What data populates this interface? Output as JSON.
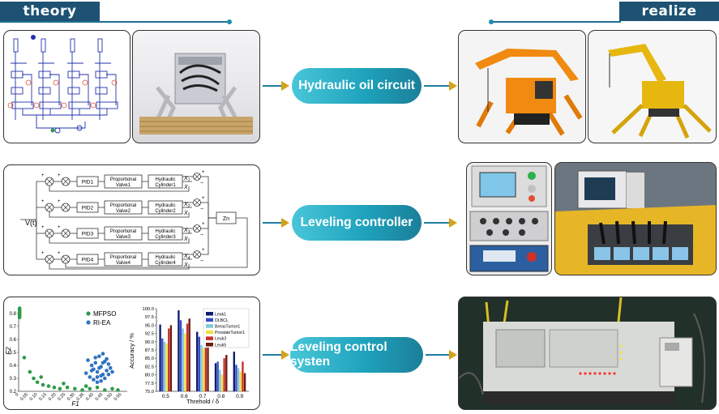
{
  "header": {
    "left_tag": "theory",
    "right_tag": "realize"
  },
  "rows": [
    {
      "label": "Hydraulic oil circuit"
    },
    {
      "label": "Leveling controller"
    },
    {
      "label": "Leveling control systen"
    }
  ],
  "block_diagram": {
    "input_label": "V(t)",
    "sum_node_label": "Zn",
    "channels": [
      {
        "pid": "PID1",
        "valve_line1": "Proportional",
        "valve_line2": "Valve1",
        "cyl_line1": "Hydraulic",
        "cyl_line2": "Cylinder1",
        "x_label": "X",
        "xsub": "1",
        "xdot": "Ẋ"
      },
      {
        "pid": "PID2",
        "valve_line1": "Proportional",
        "valve_line2": "Valve2",
        "cyl_line1": "Hydraulic",
        "cyl_line2": "Cylinder2",
        "x_label": "X",
        "xsub": "2",
        "xdot": "Ẋ"
      },
      {
        "pid": "PID3",
        "valve_line1": "Proportional",
        "valve_line2": "Valve3",
        "cyl_line1": "Hydraulic",
        "cyl_line2": "Cylinder3",
        "x_label": "X",
        "xsub": "3",
        "xdot": "Ẋ"
      },
      {
        "pid": "PID4",
        "valve_line1": "Proportional",
        "valve_line2": "Valve4",
        "cyl_line1": "Hydraulic",
        "cyl_line2": "Cylinder4",
        "x_label": "X",
        "xsub": "4",
        "xdot": "Ẋ"
      }
    ]
  },
  "chart_data": [
    {
      "type": "scatter",
      "xlabel": "F1",
      "ylabel": "F2",
      "xlim": [
        0,
        0.58
      ],
      "ylim": [
        0.2,
        0.85
      ],
      "x_ticks": [
        "0",
        "0.05",
        "0.10",
        "0.15",
        "0.20",
        "0.25",
        "0.30",
        "0.35",
        "0.40",
        "0.45",
        "0.50",
        "0.55"
      ],
      "y_ticks": [
        "0.2",
        "0.3",
        "0.4",
        "0.5",
        "0.6",
        "0.7",
        "0.8"
      ],
      "legend_position": "top-right",
      "series": [
        {
          "name": "MFPSO",
          "color": "#2e9c4a",
          "x": [
            0.005,
            0.005,
            0.005,
            0.005,
            0.005,
            0.005,
            0.005,
            0.005,
            0.03,
            0.06,
            0.08,
            0.1,
            0.13,
            0.16,
            0.19,
            0.22,
            0.26,
            0.3,
            0.34,
            0.38,
            0.42,
            0.46,
            0.5,
            0.53,
            0.12,
            0.24,
            0.36
          ],
          "y": [
            0.84,
            0.83,
            0.82,
            0.81,
            0.8,
            0.79,
            0.78,
            0.77,
            0.46,
            0.35,
            0.3,
            0.27,
            0.25,
            0.24,
            0.23,
            0.22,
            0.23,
            0.22,
            0.21,
            0.22,
            0.23,
            0.21,
            0.22,
            0.21,
            0.31,
            0.26,
            0.24
          ]
        },
        {
          "name": "RI-EA",
          "color": "#2f74c0",
          "x": [
            0.37,
            0.39,
            0.4,
            0.41,
            0.42,
            0.43,
            0.44,
            0.45,
            0.46,
            0.47,
            0.48,
            0.38,
            0.4,
            0.42,
            0.44,
            0.46,
            0.48,
            0.41,
            0.43,
            0.45,
            0.47,
            0.39,
            0.44,
            0.49,
            0.36,
            0.5,
            0.42,
            0.45
          ],
          "y": [
            0.44,
            0.4,
            0.37,
            0.42,
            0.35,
            0.47,
            0.39,
            0.33,
            0.43,
            0.36,
            0.41,
            0.31,
            0.29,
            0.31,
            0.28,
            0.3,
            0.33,
            0.46,
            0.38,
            0.49,
            0.45,
            0.36,
            0.32,
            0.38,
            0.34,
            0.35,
            0.27,
            0.42
          ]
        }
      ]
    },
    {
      "type": "bar",
      "xlabel": "Threhold / δ",
      "ylabel": "Accuracy / %",
      "categories": [
        "0.5",
        "0.6",
        "0.7",
        "0.8",
        "0.9"
      ],
      "ylim": [
        75,
        100
      ],
      "y_ticks": [
        "75.0",
        "77.5",
        "80.0",
        "82.5",
        "85.0",
        "87.5",
        "90.0",
        "92.5",
        "95.0",
        "97.5",
        "100.0"
      ],
      "legend_position": "top-right",
      "series": [
        {
          "name": "Leak1",
          "color": "#0b1d6e",
          "values": [
            95.2,
            99.5,
            93.0,
            83.5,
            87.0
          ]
        },
        {
          "name": "DLBCL",
          "color": "#3a4cc8",
          "values": [
            91.0,
            96.5,
            91.5,
            84.0,
            83.0
          ]
        },
        {
          "name": "BreasTumor1",
          "color": "#7ec8d8",
          "values": [
            90.0,
            94.0,
            89.0,
            81.5,
            82.0
          ]
        },
        {
          "name": "ProstateTumor1",
          "color": "#f0e040",
          "values": [
            89.5,
            92.5,
            88.0,
            80.0,
            81.0
          ]
        },
        {
          "name": "Leuk3",
          "color": "#c8302a",
          "values": [
            94.0,
            95.5,
            94.5,
            85.0,
            84.0
          ]
        },
        {
          "name": "Leuk5",
          "color": "#6e1a12",
          "values": [
            95.0,
            97.0,
            93.5,
            86.0,
            80.5
          ]
        }
      ]
    }
  ]
}
